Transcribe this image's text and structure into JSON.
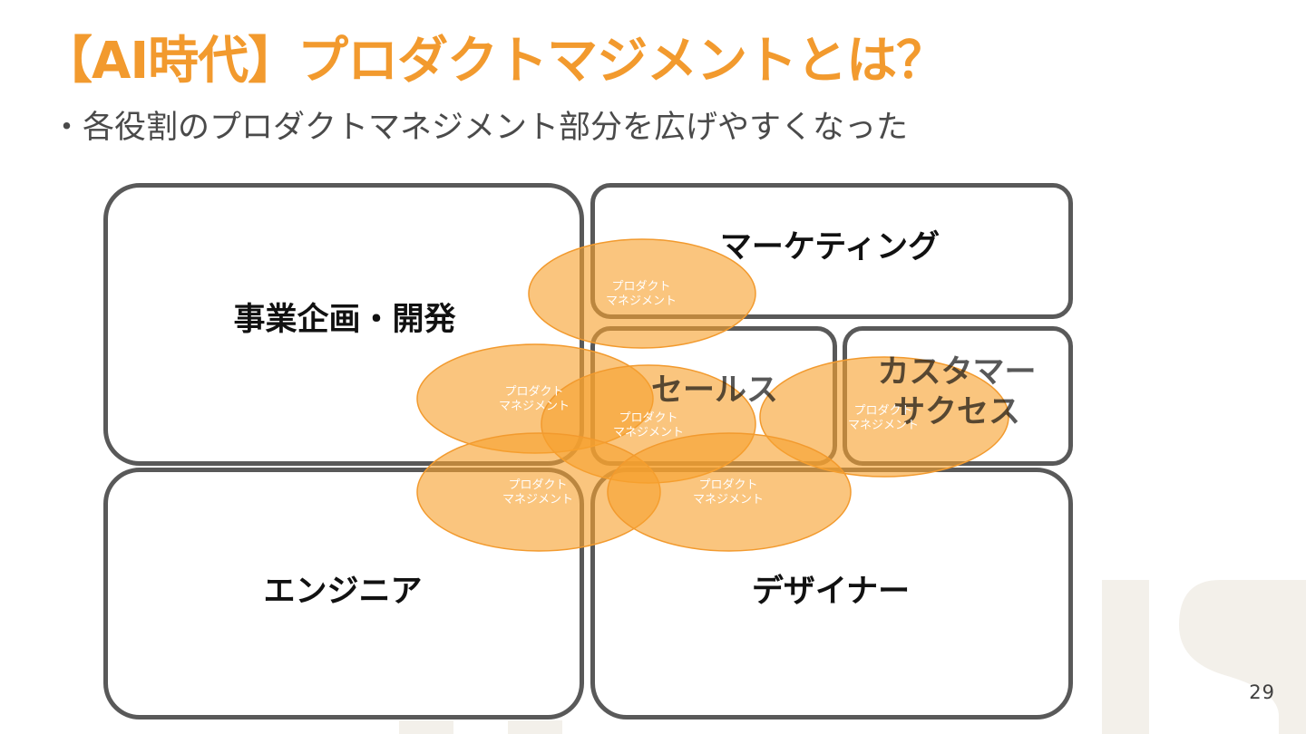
{
  "slide": {
    "title": "【AI時代】プロダクトマジメントとは？",
    "subtitle": "・各役割のプロダクトマネジメント部分を広げやすくなった",
    "page_number": "29"
  },
  "roles": {
    "business": "事業企画・開発",
    "marketing": "マーケティング",
    "sales": "セールス",
    "customer_success": "カスタマー\nサクセス",
    "engineer": "エンジニア",
    "designer": "デザイナー"
  },
  "overlay_label": "プロダクト\nマネジメント",
  "colors": {
    "title": "#f29a2e",
    "overlay_fill": "#f7a12e",
    "box_border": "#595959"
  }
}
